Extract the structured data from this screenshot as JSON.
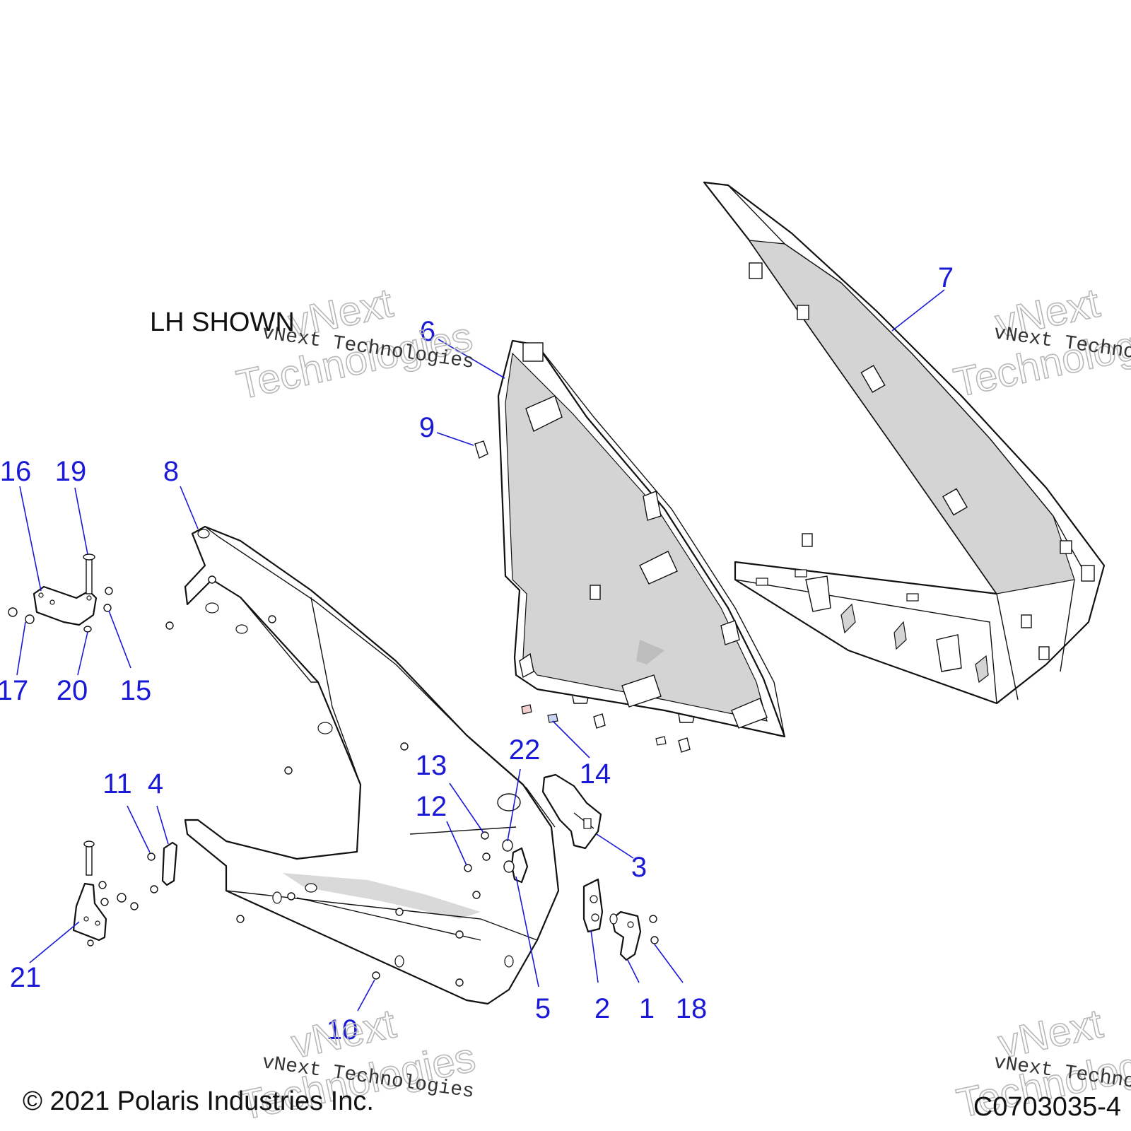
{
  "caption": {
    "view_note": "LH SHOWN",
    "copyright": "© 2021 Polaris Industries Inc.",
    "figure_code": "C0703035-4"
  },
  "watermark": {
    "line1": "vNext Technologies",
    "line2": "vNext",
    "line3": "Technologies"
  },
  "callouts": [
    {
      "id": "c1",
      "label": "1"
    },
    {
      "id": "c2",
      "label": "2"
    },
    {
      "id": "c3",
      "label": "3"
    },
    {
      "id": "c4",
      "label": "4"
    },
    {
      "id": "c5",
      "label": "5"
    },
    {
      "id": "c6",
      "label": "6"
    },
    {
      "id": "c7",
      "label": "7"
    },
    {
      "id": "c8",
      "label": "8"
    },
    {
      "id": "c9",
      "label": "9"
    },
    {
      "id": "c10",
      "label": "10"
    },
    {
      "id": "c11",
      "label": "11"
    },
    {
      "id": "c12",
      "label": "12"
    },
    {
      "id": "c13",
      "label": "13"
    },
    {
      "id": "c14",
      "label": "14"
    },
    {
      "id": "c15",
      "label": "15"
    },
    {
      "id": "c16",
      "label": "16"
    },
    {
      "id": "c17",
      "label": "17"
    },
    {
      "id": "c18",
      "label": "18"
    },
    {
      "id": "c19",
      "label": "19"
    },
    {
      "id": "c20",
      "label": "20"
    },
    {
      "id": "c21",
      "label": "21"
    },
    {
      "id": "c22",
      "label": "22"
    }
  ],
  "colors": {
    "callout": "#1a1ad6",
    "panel_fill": "#d4d4d4",
    "part_fill": "#ffffff",
    "line": "#111111"
  }
}
